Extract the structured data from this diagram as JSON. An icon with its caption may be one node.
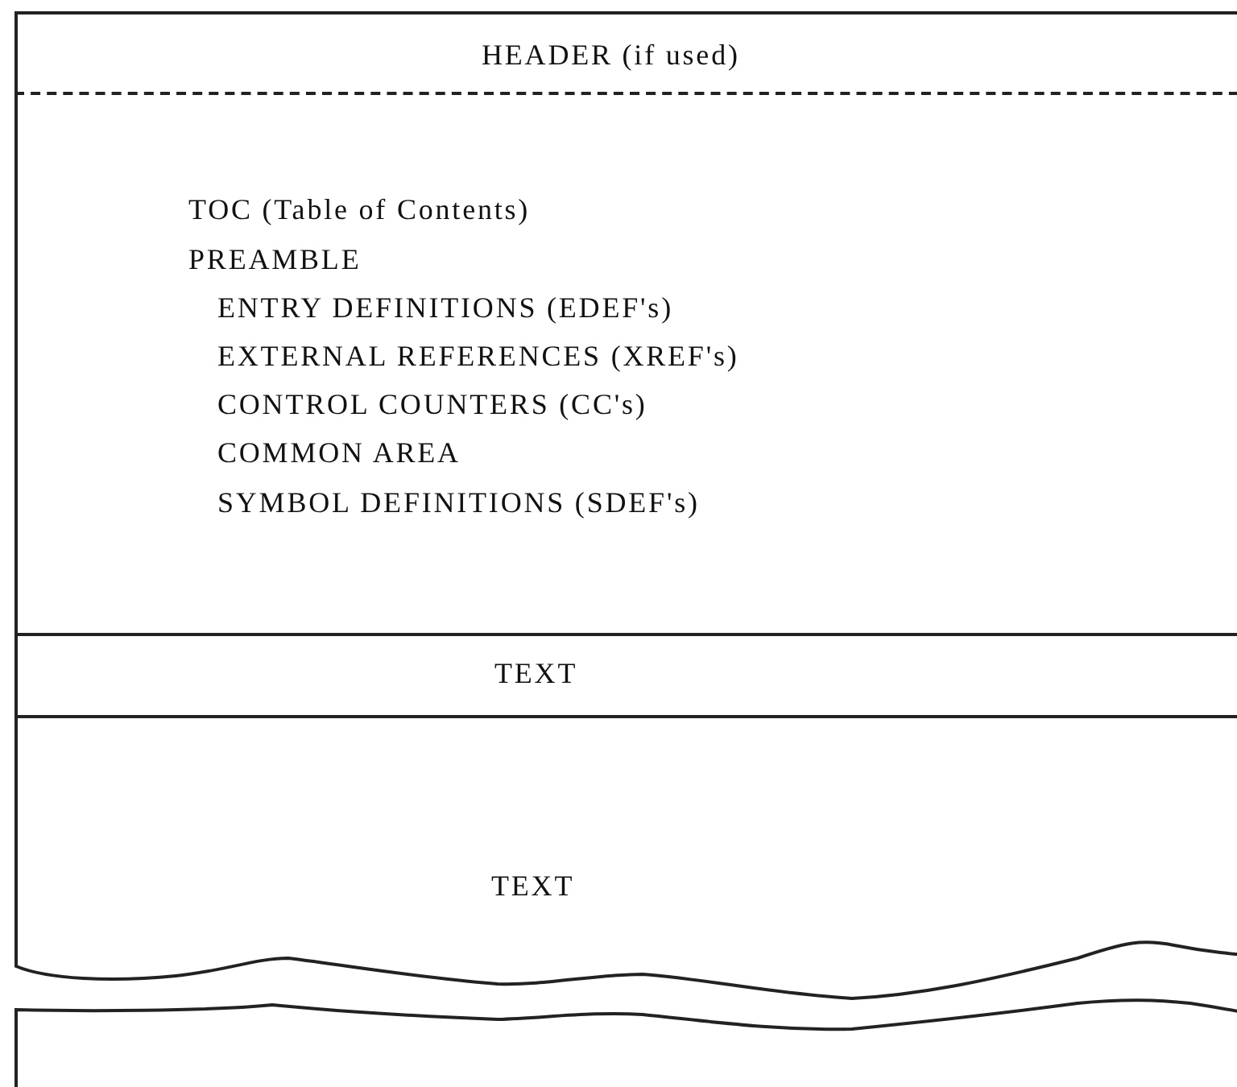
{
  "diagram": {
    "nodes": [
      {
        "text": [
          "HEADER (if used)"
        ]
      },
      {
        "text": [
          "TOC (Table of Contents)",
          "PREAMBLE",
          "ENTRY DEFINITIONS (EDEF's)",
          "EXTERNAL REFERENCES (XREF's)",
          "CONTROL COUNTERS (CC's)",
          "COMMON AREA",
          "SYMBOL DEFINITIONS (SDEF's)"
        ]
      },
      {
        "text": [
          "TEXT"
        ]
      },
      {
        "text": [
          "TEXT"
        ]
      },
      {
        "text": [],
        "shape": "box"
      }
    ]
  }
}
